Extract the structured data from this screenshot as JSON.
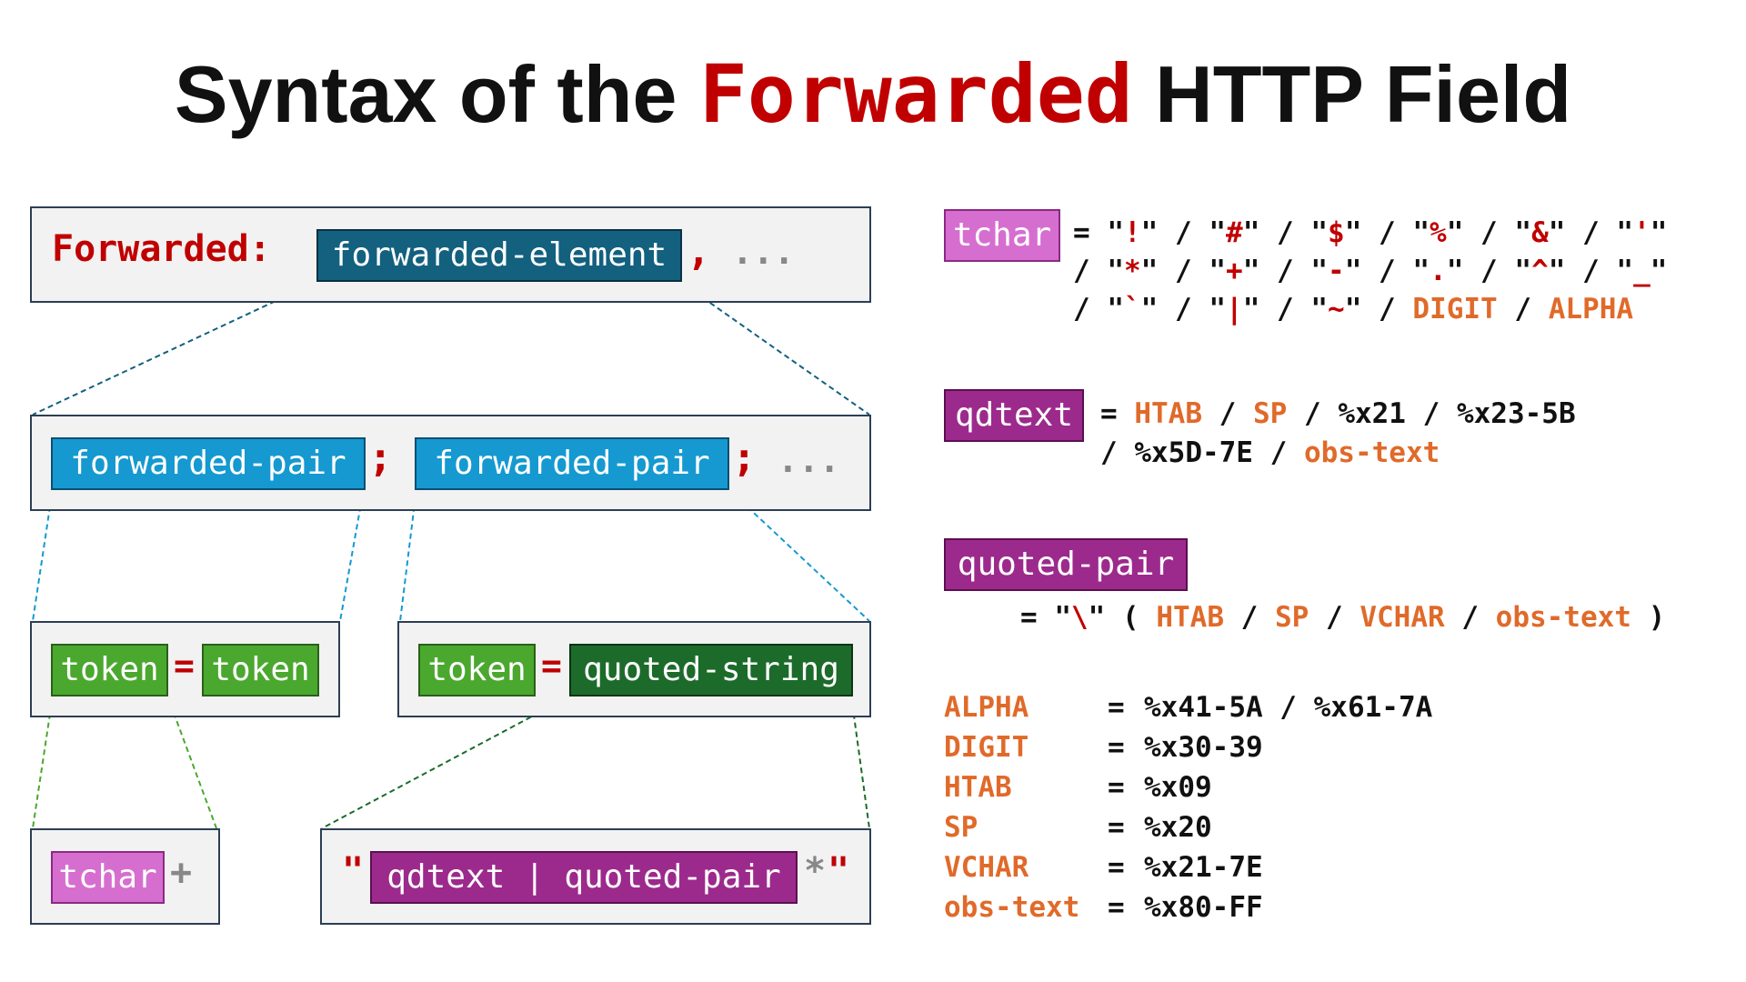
{
  "title": {
    "pre": "Syntax of the ",
    "kw": "Forwarded",
    "post": " HTTP Field"
  },
  "diagram": {
    "header_label": "Forwarded:",
    "forwarded_element": "forwarded-element",
    "comma": ",",
    "ellipsis": "...",
    "forwarded_pair": "forwarded-pair",
    "semicolon": ";",
    "token": "token",
    "equals": "=",
    "quoted_string": "quoted-string",
    "tchar": "tchar",
    "plus": "+",
    "quote": "\"",
    "qd_alt": "qdtext | quoted-pair",
    "star": "*"
  },
  "rules": {
    "tchar_name": "tchar",
    "tchar_line1": [
      "= ",
      "\"",
      "!",
      "\"",
      " / ",
      "\"",
      "#",
      "\"",
      " / ",
      "\"",
      "$",
      "\"",
      " / ",
      "\"",
      "%",
      "\"",
      " / ",
      "\"",
      "&",
      "\"",
      " / ",
      "\"",
      "'",
      "\""
    ],
    "tchar_line2": [
      "/ ",
      "\"",
      "*",
      "\"",
      " / ",
      "\"",
      "+",
      "\"",
      " / ",
      "\"",
      "-",
      "\"",
      " / ",
      "\"",
      ".",
      "\"",
      " / ",
      "\"",
      "^",
      "\"",
      " / ",
      "\"",
      "_",
      "\""
    ],
    "tchar_line3": [
      "/ ",
      "\"",
      "`",
      "\"",
      " / ",
      "\"",
      "|",
      "\"",
      " / ",
      "\"",
      "~",
      "\"",
      " / ",
      "DIGIT",
      " / ",
      "ALPHA"
    ],
    "qdtext_name": "qdtext",
    "qdtext_line1": [
      "= ",
      "HTAB",
      " / ",
      "SP",
      " / ",
      "%x21",
      " / ",
      "%x23-5B"
    ],
    "qdtext_line2": [
      "/ ",
      "%x5D-7E",
      " / ",
      "obs-text"
    ],
    "quoted_pair_name": "quoted-pair",
    "quoted_pair_line": [
      "= ",
      "\"",
      "\\",
      "\"",
      " ( ",
      "HTAB",
      " / ",
      "SP",
      " / ",
      "VCHAR",
      " / ",
      "obs-text",
      " )"
    ],
    "core": [
      {
        "name": "ALPHA",
        "eq": "=",
        "value": "%x41-5A / %x61-7A"
      },
      {
        "name": "DIGIT",
        "eq": "=",
        "value": "%x30-39"
      },
      {
        "name": "HTAB",
        "eq": "=",
        "value": "%x09"
      },
      {
        "name": "SP",
        "eq": "=",
        "value": "%x20"
      },
      {
        "name": "VCHAR",
        "eq": "=",
        "value": "%x21-7E"
      },
      {
        "name": "obs-text",
        "eq": "=",
        "value": "%x80-FF"
      }
    ]
  },
  "colors": {
    "keyword": "#c00000",
    "rule_ref": "#e06a2a",
    "forwarded_element": "#13607f",
    "forwarded_pair": "#1599d0",
    "token": "#4aa82e",
    "quoted_string": "#1c6b2a",
    "tchar": "#d66ed0",
    "qdtext": "#9c2a8c"
  }
}
